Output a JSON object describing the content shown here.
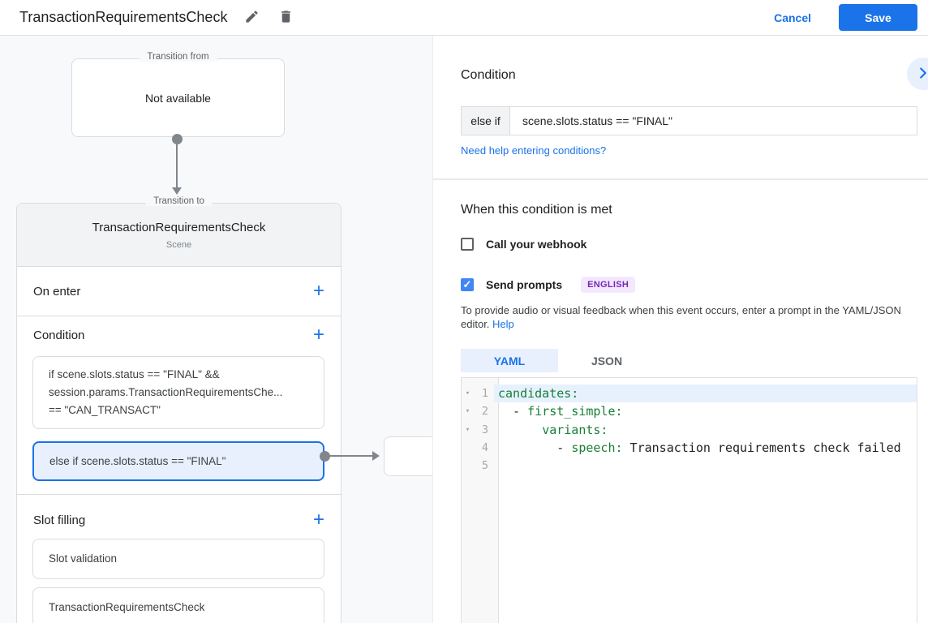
{
  "header": {
    "title": "TransactionRequirementsCheck",
    "cancel_label": "Cancel",
    "save_label": "Save"
  },
  "icons": {
    "add": "+",
    "fold": "▾",
    "check": "✓"
  },
  "canvas": {
    "transition_from": {
      "label": "Transition from",
      "content": "Not available"
    },
    "transition_to": {
      "label": "Transition to",
      "title": "TransactionRequirementsCheck",
      "subtitle": "Scene",
      "on_enter_label": "On enter",
      "condition_label": "Condition",
      "slot_filling_label": "Slot filling",
      "conditions": [
        {
          "selected": false,
          "lines": [
            "if scene.slots.status == \"FINAL\" &&",
            "session.params.TransactionRequirementsChe...",
            "== \"CAN_TRANSACT\""
          ]
        },
        {
          "selected": true,
          "lines": [
            "else if scene.slots.status == \"FINAL\""
          ]
        }
      ],
      "slots": [
        "Slot validation",
        "TransactionRequirementsCheck"
      ]
    }
  },
  "panel": {
    "title": "Condition",
    "condition_editor": {
      "prefix": "else if",
      "value": "scene.slots.status == \"FINAL\"",
      "help_link": "Need help entering conditions?"
    },
    "when_met": {
      "title": "When this condition is met",
      "webhook": {
        "label": "Call your webhook",
        "checked": false
      },
      "send_prompts": {
        "label": "Send prompts",
        "checked": true,
        "language_badge": "ENGLISH"
      },
      "description": "To provide audio or visual feedback when this event occurs, enter a prompt in the YAML/JSON editor.",
      "help_link": "Help"
    },
    "code_editor": {
      "tabs": [
        {
          "label": "YAML",
          "active": true
        },
        {
          "label": "JSON",
          "active": false
        }
      ],
      "lines": [
        {
          "number": 1,
          "foldable": true,
          "highlighted": true,
          "tokens": [
            {
              "type": "key",
              "text": "candidates:"
            }
          ]
        },
        {
          "number": 2,
          "foldable": true,
          "highlighted": false,
          "tokens": [
            {
              "type": "plain",
              "text": "  - "
            },
            {
              "type": "key",
              "text": "first_simple:"
            }
          ]
        },
        {
          "number": 3,
          "foldable": true,
          "highlighted": false,
          "tokens": [
            {
              "type": "plain",
              "text": "      "
            },
            {
              "type": "key",
              "text": "variants:"
            }
          ]
        },
        {
          "number": 4,
          "foldable": false,
          "highlighted": false,
          "tokens": [
            {
              "type": "plain",
              "text": "        - "
            },
            {
              "type": "key",
              "text": "speech:"
            },
            {
              "type": "plain",
              "text": " Transaction requirements check failed"
            }
          ]
        },
        {
          "number": 5,
          "foldable": false,
          "highlighted": false,
          "tokens": []
        }
      ]
    }
  },
  "colors": {
    "accent": "#1a73e8",
    "selected_card_bg": "#e8f0fe",
    "selected_card_border": "#1a73e8",
    "canvas_bg": "#f8f9fa",
    "card_border": "#dadce0",
    "code_key_green": "#188038",
    "badge_bg": "#f3e8fd",
    "badge_text": "#7627bb",
    "active_line_bg": "#e7f1fe"
  }
}
